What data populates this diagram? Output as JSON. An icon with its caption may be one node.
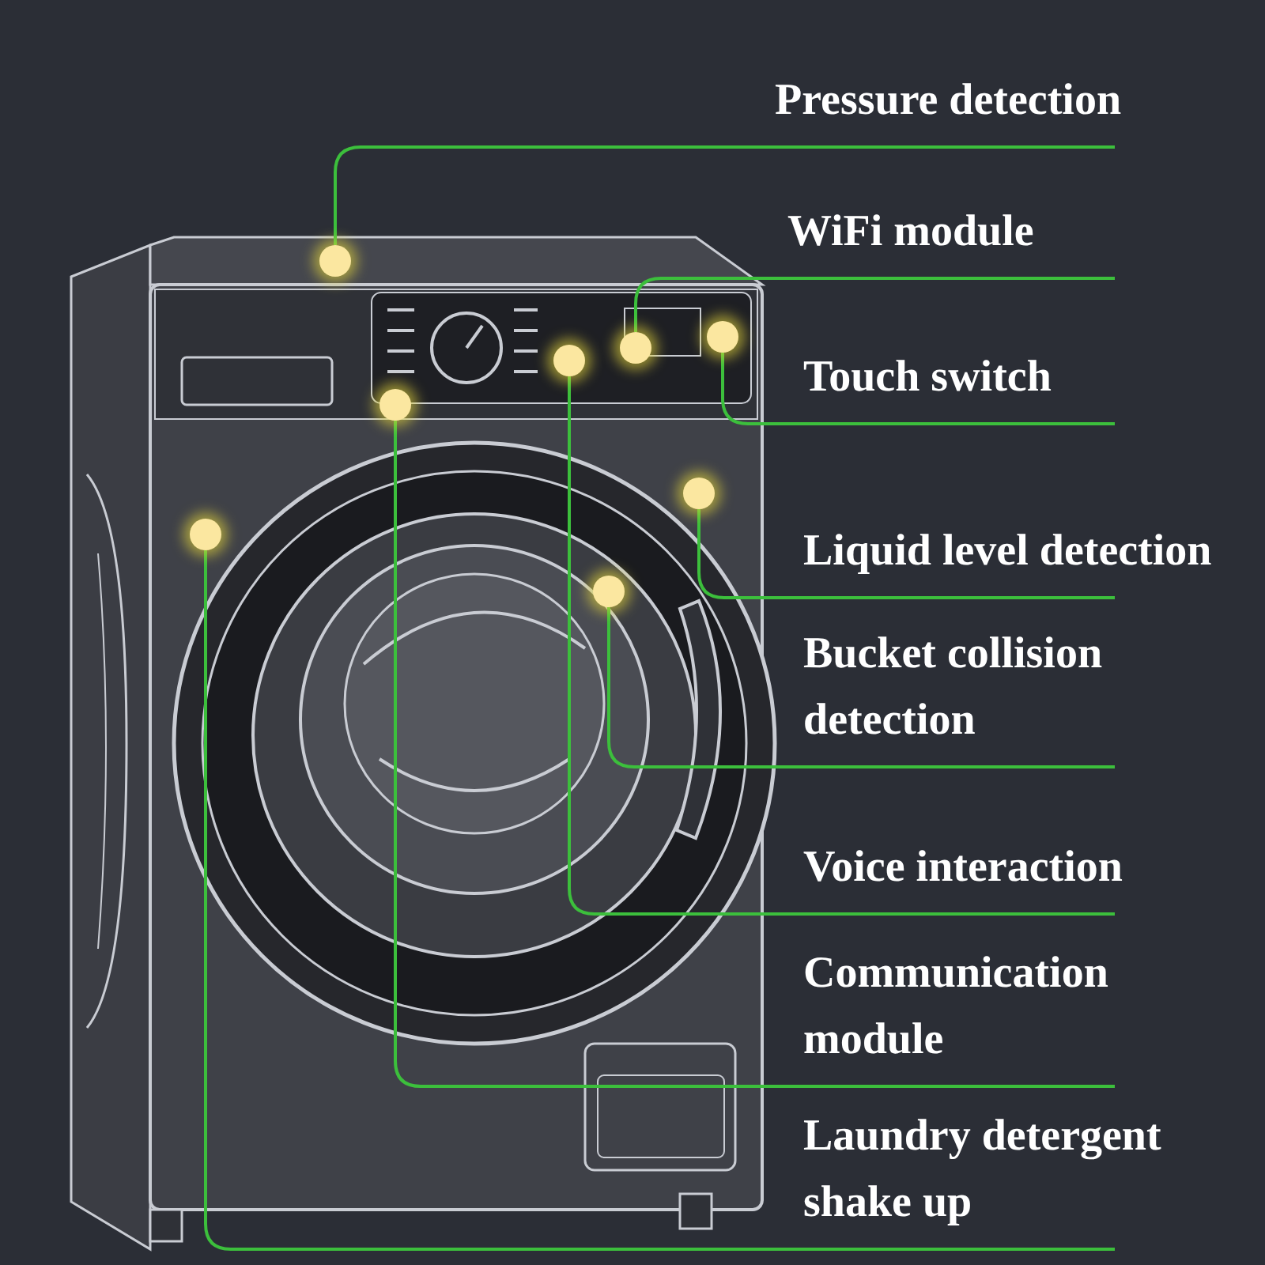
{
  "diagram": {
    "nodes": [
      {
        "text": [
          "Pressure detection"
        ]
      },
      {
        "text": [
          "WiFi module"
        ]
      },
      {
        "text": [
          "Touch switch"
        ]
      },
      {
        "text": [
          "Liquid level detection"
        ]
      },
      {
        "text": [
          "Bucket collision detection"
        ]
      },
      {
        "text": [
          "Voice interaction"
        ]
      },
      {
        "text": [
          "Communication module"
        ]
      },
      {
        "text": [
          "Laundry detergent shake up"
        ]
      },
      {
        "text": [],
        "shape": "circle"
      },
      {
        "text": [],
        "shape": "circle"
      },
      {
        "text": [],
        "shape": "circle"
      },
      {
        "text": [],
        "shape": "circle"
      },
      {
        "text": [],
        "shape": "circle"
      },
      {
        "text": [],
        "shape": "circle"
      },
      {
        "text": [],
        "shape": "circle"
      },
      {
        "text": [],
        "shape": "circle"
      }
    ],
    "edges": [
      {
        "from": 0,
        "to": 8,
        "arrow": "none"
      },
      {
        "from": 1,
        "to": 9,
        "arrow": "none"
      },
      {
        "from": 2,
        "to": 10,
        "arrow": "none"
      },
      {
        "from": 3,
        "to": 11,
        "arrow": "none"
      },
      {
        "from": 4,
        "to": 12,
        "arrow": "none"
      },
      {
        "from": 5,
        "to": 13,
        "arrow": "none"
      },
      {
        "from": 6,
        "to": 14,
        "arrow": "none"
      },
      {
        "from": 7,
        "to": 15,
        "arrow": "none"
      }
    ]
  }
}
